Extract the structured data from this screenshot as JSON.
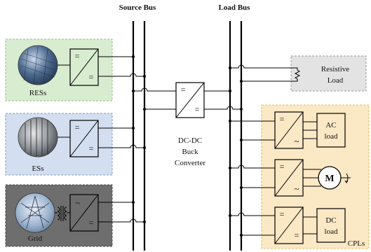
{
  "buses": {
    "source": "Source Bus",
    "load": "Load Bus"
  },
  "sources": {
    "res": "RESs",
    "es": "ESs",
    "grid": "Grid"
  },
  "converter": {
    "line1": "DC-DC",
    "line2": "Buck",
    "line3": "Converter"
  },
  "loads": {
    "resistive_line1": "Resistive",
    "resistive_line2": "Load",
    "ac_line1": "AC",
    "ac_line2": "load",
    "motor": "M",
    "dc_line1": "DC",
    "dc_line2": "load",
    "cpls": "CPLs"
  },
  "symbols": {
    "dc": "=",
    "ac": "~"
  },
  "colors": {
    "res_box": "#d8ecd0",
    "es_box": "#d3dff0",
    "grid_box": "#6e6e6e",
    "resistive_box": "#e3e3e3",
    "cpl_box": "#fbe8c4"
  }
}
